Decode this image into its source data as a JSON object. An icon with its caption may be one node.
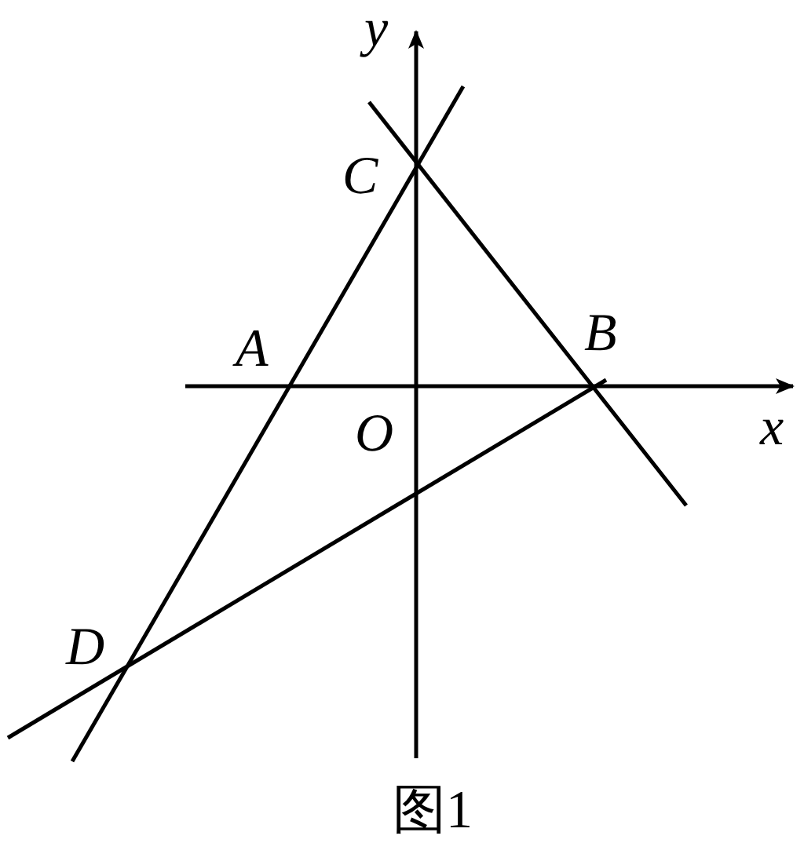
{
  "diagram": {
    "caption": "图1",
    "labels": [
      "y",
      "C",
      "A",
      "B",
      "x",
      "O",
      "D"
    ]
  }
}
